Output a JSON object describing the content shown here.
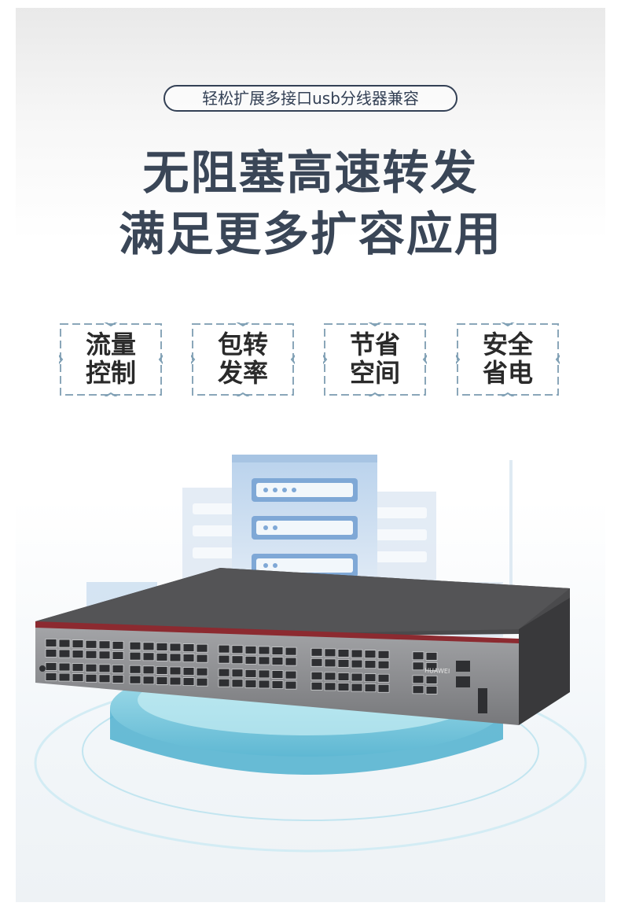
{
  "tag_pill": "轻松扩展多接口usb分线器兼容",
  "headline": {
    "line1": "无阻塞高速转发",
    "line2": "满足更多扩容应用"
  },
  "features": [
    {
      "line1": "流量",
      "line2": "控制"
    },
    {
      "line1": "包转",
      "line2": "发率"
    },
    {
      "line1": "节省",
      "line2": "空间"
    },
    {
      "line1": "安全",
      "line2": "省电"
    }
  ],
  "product": {
    "brand_mark": "HUAWEI",
    "colors": {
      "chassis_top": "#4a4a4c",
      "chassis_front": "#8e8f92",
      "accent_red": "#8c2a30",
      "server_blue": "#7fa8d6",
      "base_teal": "#6fc3d8"
    }
  }
}
